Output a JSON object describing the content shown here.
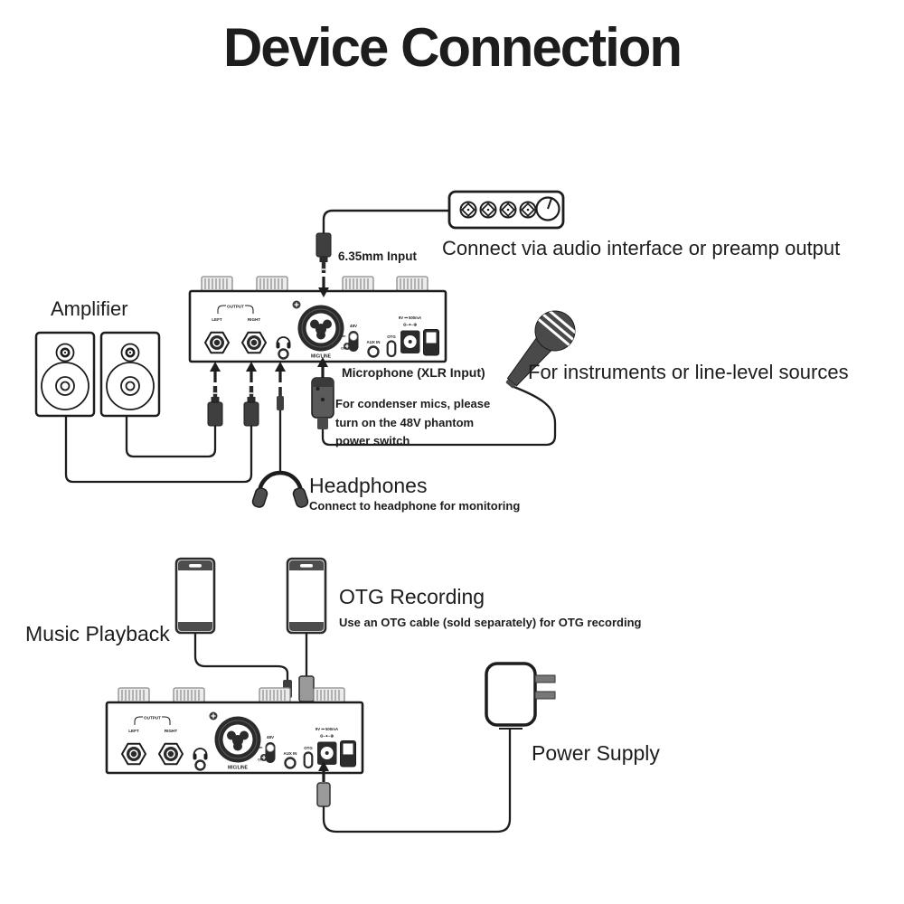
{
  "title": "Device Connection",
  "colors": {
    "ink": "#1d1d1d",
    "device_dark": "#2b2b2b",
    "accessory_gray": "#4d4d4d",
    "plug_gray": "#9a9a9a"
  },
  "annotations": {
    "preamp_caption": "Connect via audio interface or preamp output",
    "input_635": "6.35mm Input",
    "amplifier": "Amplifier",
    "mic_xlr": "Microphone (XLR Input)",
    "instruments": "For instruments or line-level sources",
    "condenser_note": "For condenser mics, please turn on the 48V phantom power switch",
    "headphones_title": "Headphones",
    "headphones_note": "Connect to headphone for monitoring",
    "music_playback": "Music Playback",
    "otg_title": "OTG Recording",
    "otg_note": "Use an OTG cable (sold separately) for OTG recording",
    "power_supply": "Power Supply"
  },
  "device_panel": {
    "output": "OUTPUT",
    "left": "LEFT",
    "right": "RIGHT",
    "mic_line": "MIC/LINE",
    "phantom": "48V",
    "on": "On",
    "off": "Off",
    "aux_in": "AUX IN",
    "otg": "OTG",
    "power_rating": "9V ⎓ 500mA",
    "polarity": "⊖–●–⊕"
  }
}
